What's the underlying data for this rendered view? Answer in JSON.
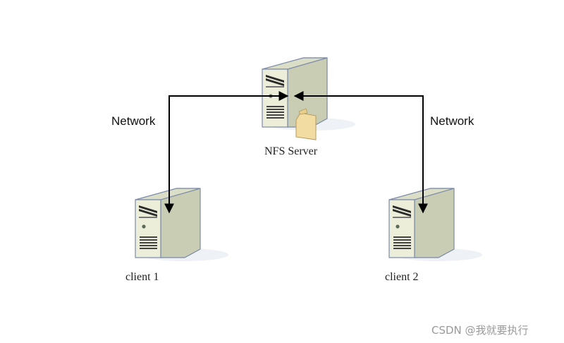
{
  "labels": {
    "network_left": "Network",
    "network_right": "Network",
    "server": "NFS Server",
    "client1": "client 1",
    "client2": "client 2"
  },
  "watermark": "CSDN @我就要执行",
  "icons": {
    "server": "server-tower-icon",
    "folder": "shared-folder-icon"
  },
  "colors": {
    "case_front": "#ecedd8",
    "case_side": "#c8cdb3",
    "case_top": "#d7dbc4",
    "case_outline": "#7c8aa8",
    "folder": "#f2dca2",
    "arrow": "#000000"
  }
}
